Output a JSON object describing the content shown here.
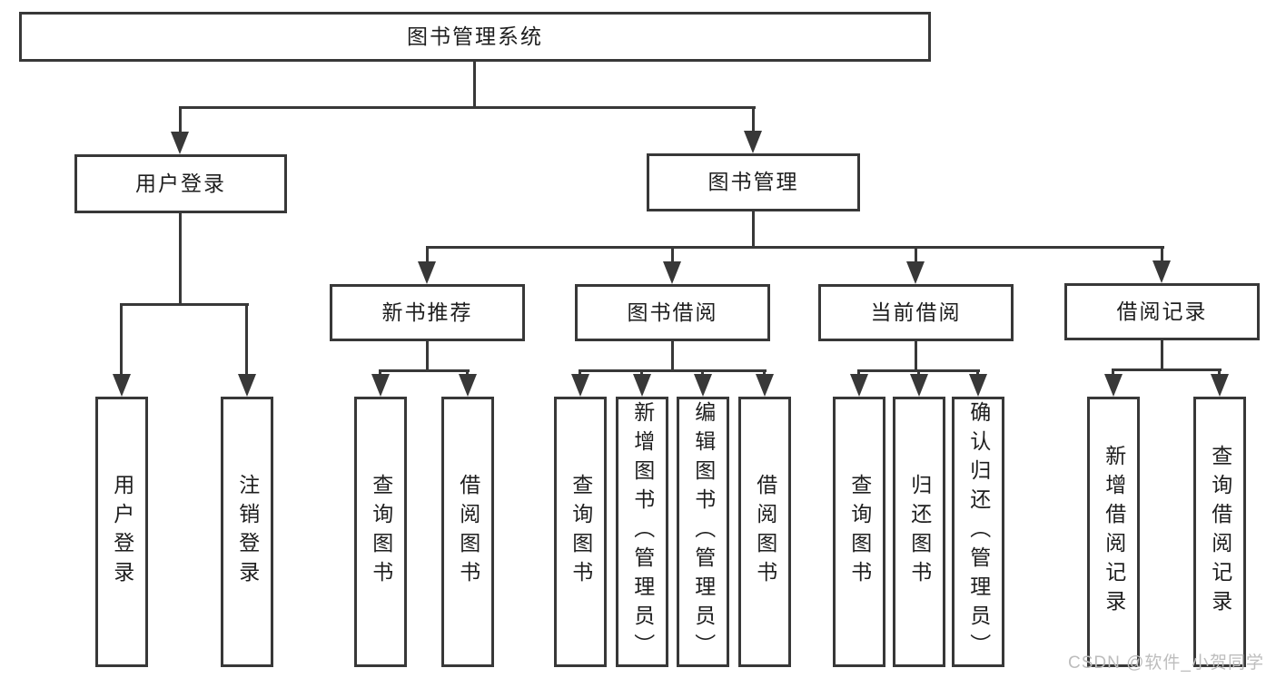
{
  "diagram": {
    "root": "图书管理系统",
    "branches": [
      {
        "label": "用户登录",
        "children": [
          "用户登录",
          "注销登录"
        ]
      },
      {
        "label": "图书管理",
        "children": [
          {
            "label": "新书推荐",
            "children": [
              "查询图书",
              "借阅图书"
            ]
          },
          {
            "label": "图书借阅",
            "children": [
              "查询图书",
              "新增图书（管理员）",
              "编辑图书（管理员）",
              "借阅图书"
            ]
          },
          {
            "label": "当前借阅",
            "children": [
              "查询图书",
              "归还图书",
              "确认归还（管理员）"
            ]
          },
          {
            "label": "借阅记录",
            "children": [
              "新增借阅记录",
              "查询借阅记录"
            ]
          }
        ]
      }
    ]
  },
  "watermark": "CSDN @软件_小贺同学",
  "colors": {
    "line": "#383838",
    "text": "#1e1e1e",
    "watermark": "#bdbdbd",
    "background": "#ffffff"
  }
}
